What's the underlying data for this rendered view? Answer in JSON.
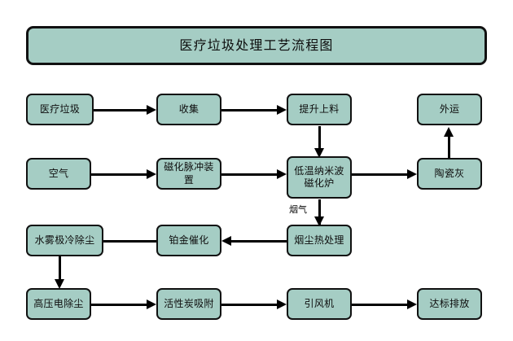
{
  "diagram": {
    "title": "医疗垃圾处理工艺流程图",
    "background_color": "#ffffff",
    "node_fill_color": "#a5cdc4",
    "node_border_color": "#111111",
    "connector_color": "#000000",
    "nodes": [
      {
        "id": "medical-waste",
        "label": "医疗垃圾"
      },
      {
        "id": "collection",
        "label": "收集"
      },
      {
        "id": "lifting-feeding",
        "label": "提升上料"
      },
      {
        "id": "outward-transport",
        "label": "外运"
      },
      {
        "id": "air",
        "label": "空气"
      },
      {
        "id": "magnetizing-pulse",
        "label": "磁化脉冲装置"
      },
      {
        "id": "nano-furnace-line1",
        "label": "低温纳米波"
      },
      {
        "id": "nano-furnace-line2",
        "label": "磁化炉"
      },
      {
        "id": "ceramic-ash",
        "label": "陶瓷灰"
      },
      {
        "id": "flue-dust-heat",
        "label": "烟尘热处理"
      },
      {
        "id": "platinum-catalysis",
        "label": "铂金催化"
      },
      {
        "id": "water-mist-cooling",
        "label": "水雾极冷除尘"
      },
      {
        "id": "high-voltage-esp",
        "label": "高压电除尘"
      },
      {
        "id": "activated-carbon",
        "label": "活性炭吸附"
      },
      {
        "id": "induced-draft-fan",
        "label": "引风机"
      },
      {
        "id": "compliant-emission",
        "label": "达标排放"
      }
    ],
    "edge_labels": {
      "flue_gas": "烟气"
    }
  }
}
